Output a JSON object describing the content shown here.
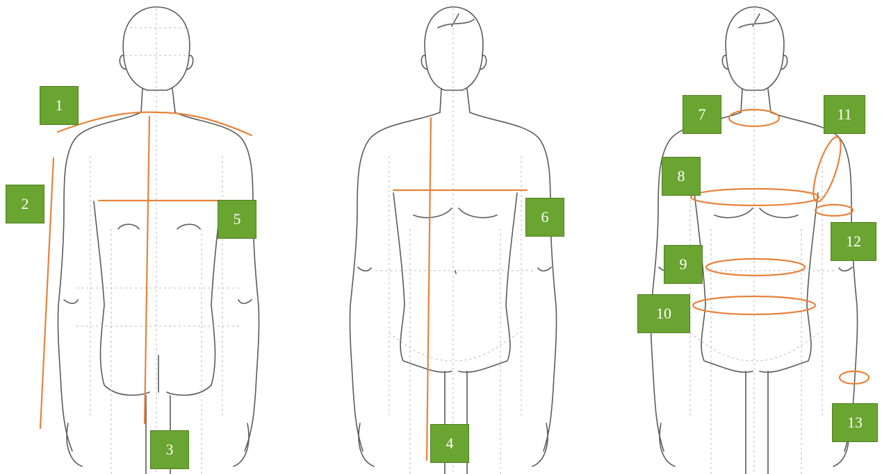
{
  "accent_color": "#e8823a",
  "badge_color": "#6aa431",
  "figures": [
    {
      "view": "back",
      "name": "figure-back"
    },
    {
      "view": "front",
      "name": "figure-front"
    },
    {
      "view": "front",
      "name": "figure-front-circumference"
    }
  ],
  "labels": [
    "1",
    "2",
    "3",
    "4",
    "5",
    "6",
    "7",
    "8",
    "9",
    "10",
    "11",
    "12",
    "13"
  ]
}
